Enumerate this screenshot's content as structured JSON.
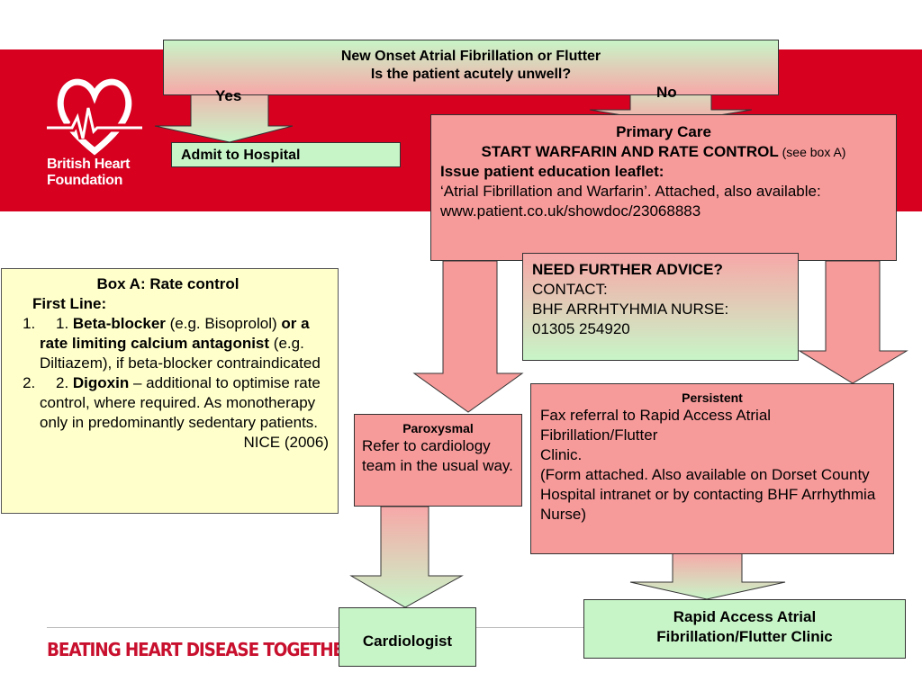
{
  "brand": {
    "name_line1": "British Heart",
    "name_line2": "Foundation",
    "tagline": "BEATING HEART DISEASE TOGETHER",
    "red": "#d7001f"
  },
  "flow": {
    "top": {
      "line1": "New Onset Atrial Fibrillation or Flutter",
      "line2": "Is the patient acutely unwell?"
    },
    "yes_label": "Yes",
    "no_label": "No",
    "admit": "Admit to Hospital",
    "primary": {
      "title": "Primary Care",
      "line1_bold": "START WARFARIN AND RATE CONTROL",
      "line1_rest": " (see box A)",
      "line2_bold": "Issue patient education leaflet:",
      "line3": "‘Atrial Fibrillation and Warfarin’.  Attached, also available: www.patient.co.uk/showdoc/23068883"
    },
    "advice": {
      "title": "NEED FURTHER ADVICE?",
      "line1": "CONTACT:",
      "line2": "BHF ARRHTYHMIA NURSE:",
      "line3": "01305 254920"
    },
    "box_a": {
      "title": "Box A:  Rate control",
      "first_line": "First Line:",
      "item1_prefix": "1. ",
      "item1_b1": "Beta-blocker",
      "item1_t1": " (e.g. Bisoprolol) ",
      "item1_b2": "or a rate limiting calcium antagonist",
      "item1_t2": " (e.g. Diltiazem), if beta-blocker contraindicated",
      "item2_prefix": "2. ",
      "item2_b": "Digoxin",
      "item2_t": " – additional to optimise rate control, where required.  As monotherapy only in predominantly sedentary patients.",
      "source": "NICE (2006)"
    },
    "paroxysmal": {
      "title": "Paroxysmal",
      "text": "Refer to cardiology team in the usual way."
    },
    "persistent": {
      "title": "Persistent",
      "text1": "Fax referral to Rapid Access Atrial Fibrillation/Flutter",
      "text2": "Clinic.",
      "text3": "(Form attached.  Also available on Dorset County Hospital intranet or by contacting BHF Arrhythmia Nurse)"
    },
    "cardiologist": "Cardiologist",
    "rapid": {
      "line1": "Rapid Access Atrial",
      "line2": "Fibrillation/Flutter Clinic"
    }
  }
}
